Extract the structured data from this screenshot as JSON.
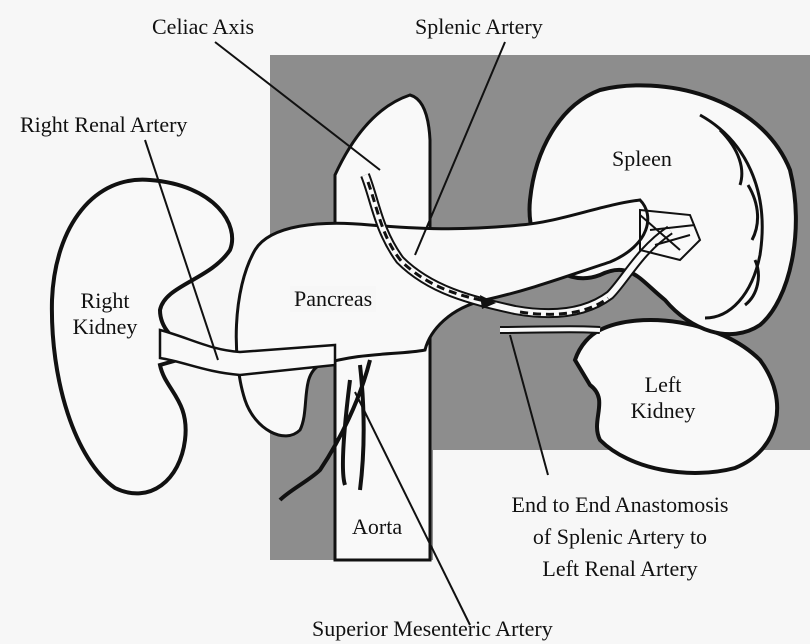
{
  "labels": {
    "celiac_axis": "Celiac Axis",
    "splenic_artery": "Splenic Artery",
    "right_renal_artery": "Right Renal Artery",
    "spleen": "Spleen",
    "right_kidney_line1": "Right",
    "right_kidney_line2": "Kidney",
    "pancreas": "Pancreas",
    "left_kidney_line1": "Left",
    "left_kidney_line2": "Kidney",
    "aorta": "Aorta",
    "anastomosis_line1": "End to End Anastomosis",
    "anastomosis_line2": "of Splenic Artery to",
    "anastomosis_line3": "Left Renal Artery",
    "sma": "Superior Mesenteric Artery"
  },
  "colors": {
    "background": "#f7f7f7",
    "shaded_region": "#8d8d8d",
    "outline": "#111111",
    "organ_fill": "#f9f9f9"
  }
}
